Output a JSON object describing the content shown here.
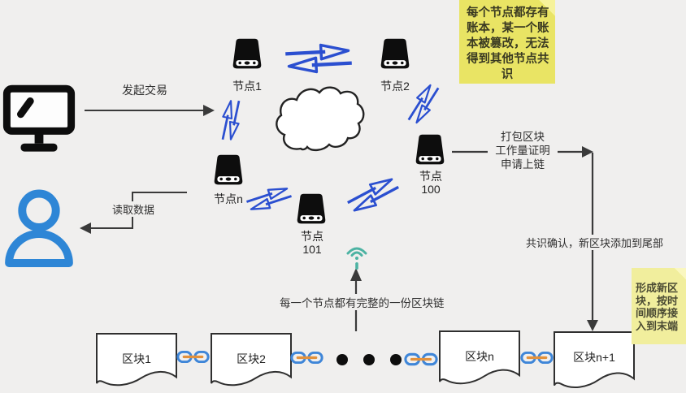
{
  "canvas": {
    "bg": "#f0efee"
  },
  "colors": {
    "arrow_blue": "#2b4fd0",
    "person_blue": "#2e86d6",
    "wifi_teal": "#4db3a3",
    "link_blue": "#3f86d8",
    "link_orange": "#e2913c",
    "note_yellow_top": "#e9e464",
    "note_yellow_side": "#f1ee9d",
    "ink": "#121212"
  },
  "icons": {
    "computer": "monitor-pen-icon",
    "user": "person-icon",
    "node": "storage-node-icon",
    "cloud": "cloud-icon",
    "network": "wifi-icon",
    "chain": "chain-link-icon",
    "ellipsis": "three-dots-icon"
  },
  "flows": {
    "initiate": "发起交易",
    "read_data": "读取数据",
    "package_lines": [
      "打包区块",
      "工作量证明",
      "申请上链"
    ],
    "consensus": "共识确认，新区块添加到尾部",
    "full_copy": "每一个节点都有完整的一份区块链"
  },
  "nodes": {
    "n1": {
      "label": "节点1"
    },
    "n2": {
      "label": "节点2"
    },
    "n100": {
      "label": "节点",
      "number": "100"
    },
    "nn": {
      "label": "节点n"
    },
    "n101": {
      "label": "节点",
      "number": "101"
    }
  },
  "notes": {
    "tamper": {
      "lines": [
        "每个节点都存有",
        "账本，某一个账",
        "本被篡改，无法",
        "得到其他节点共",
        "识"
      ]
    },
    "new_block": {
      "lines": [
        "形成新区",
        "块，按时",
        "间顺序接",
        "入到末端"
      ]
    }
  },
  "blocks": {
    "b1": "区块1",
    "b2": "区块2",
    "bn": "区块n",
    "bn1": "区块n+1"
  }
}
